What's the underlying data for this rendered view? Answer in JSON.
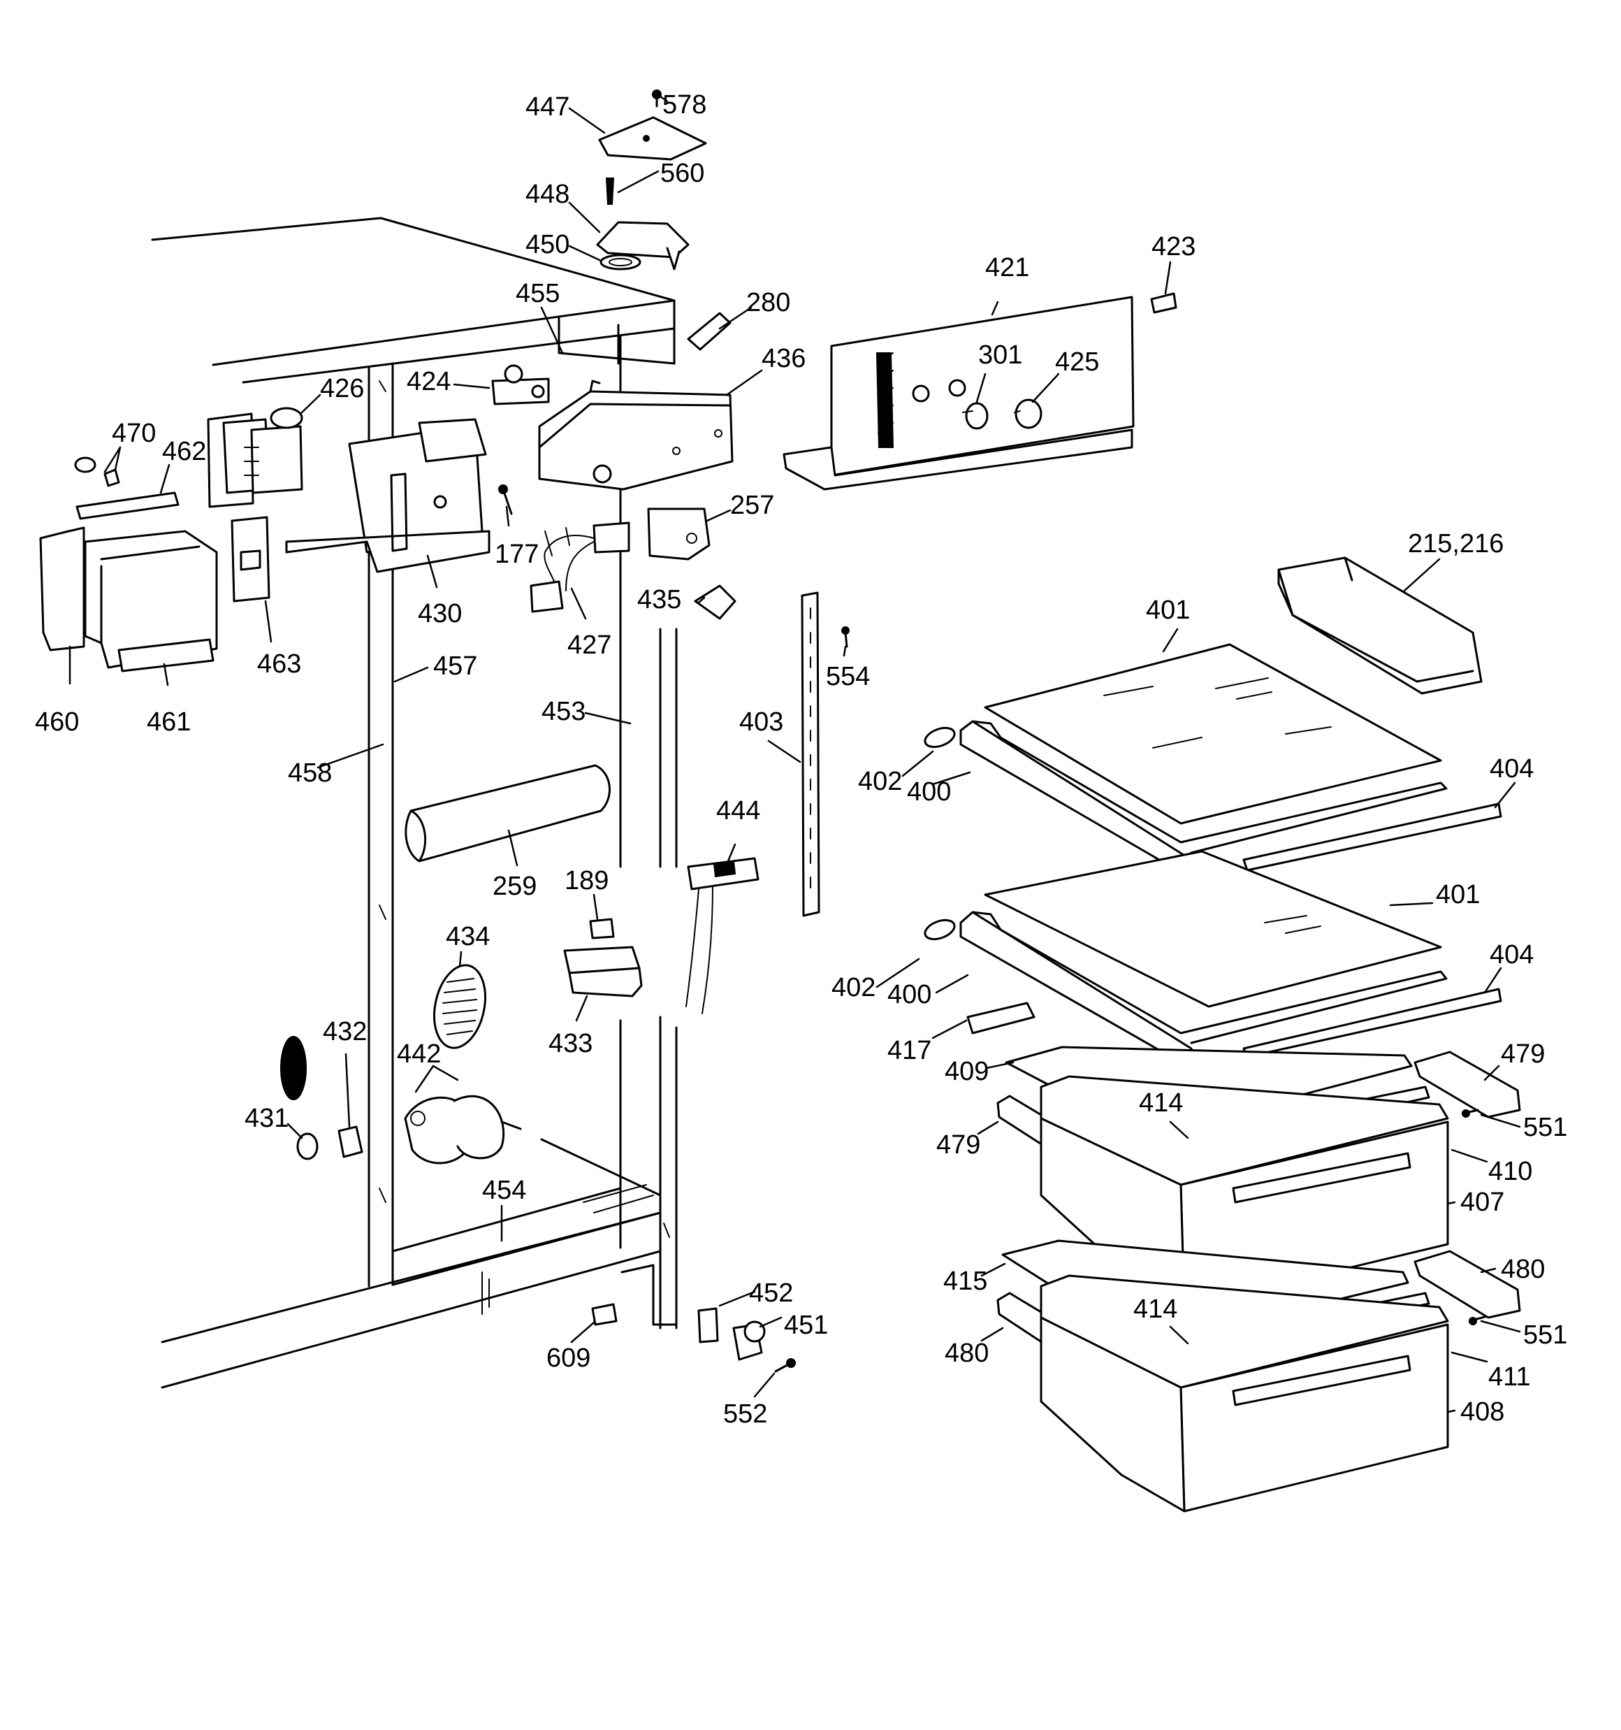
{
  "labels": {
    "l447": "447",
    "l578": "578",
    "l560": "560",
    "l448": "448",
    "l450": "450",
    "l455": "455",
    "l280": "280",
    "l421": "421",
    "l423": "423",
    "l436": "436",
    "l301": "301",
    "l425": "425",
    "l424": "424",
    "l426": "426",
    "l470": "470",
    "l462": "462",
    "l430": "430",
    "l177": "177",
    "l257": "257",
    "l427": "427",
    "l435": "435",
    "l463": "463",
    "l460": "460",
    "l461": "461",
    "l457": "457",
    "l215": "215,216",
    "l401a": "401",
    "l554": "554",
    "l453": "453",
    "l403": "403",
    "l458": "458",
    "l402a": "402",
    "l400a": "400",
    "l404a": "404",
    "l444": "444",
    "l259": "259",
    "l189": "189",
    "l401b": "401",
    "l434": "434",
    "l404b": "404",
    "l402b": "402",
    "l400b": "400",
    "l433": "433",
    "l432": "432",
    "l417": "417",
    "l479a": "479",
    "l442": "442",
    "l409": "409",
    "l431": "431",
    "l414a": "414",
    "l551a": "551",
    "l479b": "479",
    "l410": "410",
    "l454": "454",
    "l407": "407",
    "l480a": "480",
    "l415": "415",
    "l452": "452",
    "l451": "451",
    "l414b": "414",
    "l551b": "551",
    "l609": "609",
    "l480b": "480",
    "l411": "411",
    "l552": "552",
    "l408": "408"
  }
}
